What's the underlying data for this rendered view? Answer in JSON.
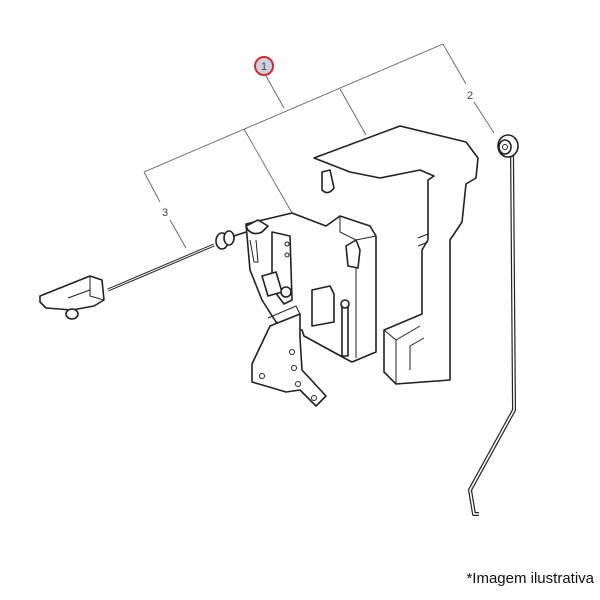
{
  "diagram": {
    "callouts": [
      {
        "id": "1",
        "label": "1",
        "highlighted": true
      },
      {
        "id": "2",
        "label": "2"
      },
      {
        "id": "3",
        "label": "3"
      }
    ],
    "caption": "*Imagem ilustrativa",
    "colors": {
      "highlight_ring": "#d9262e",
      "highlight_fill": "#c9d3df",
      "line": "#222222"
    }
  }
}
